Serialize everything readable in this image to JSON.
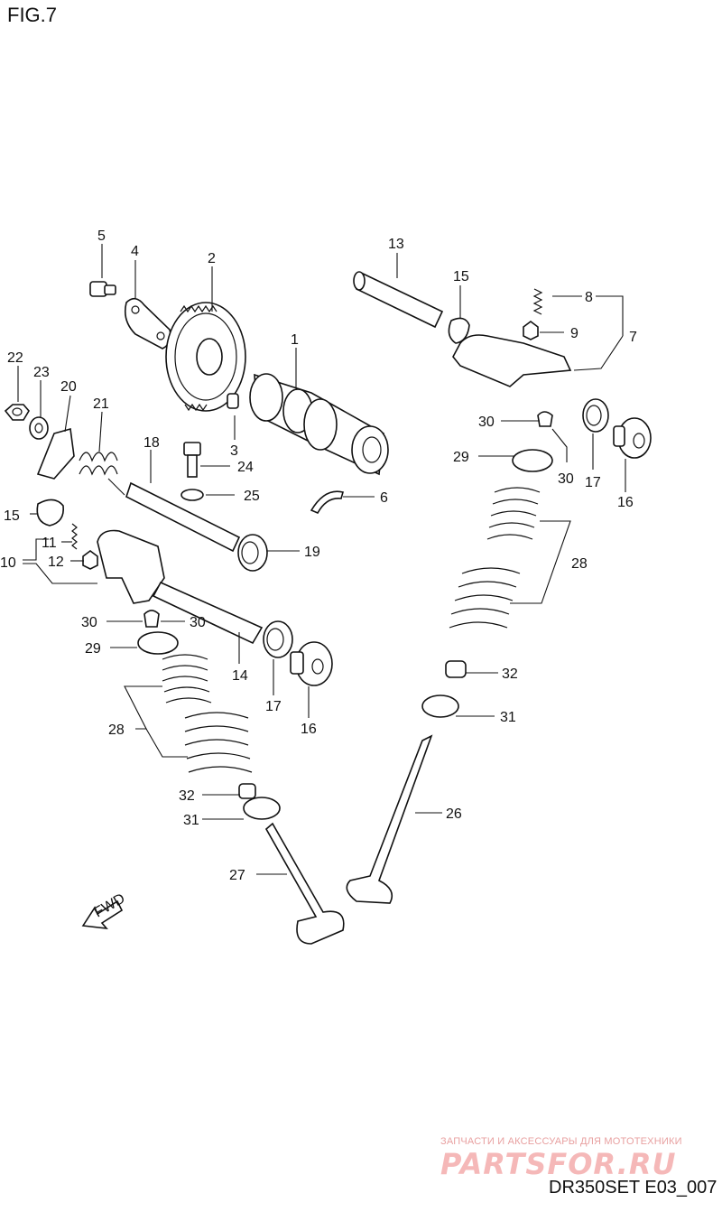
{
  "figure_title": "FIG.7",
  "diagram_code": "DR350SET E03_007",
  "watermark": {
    "tagline": "ЗАПЧАСТИ И АКСЕССУАРЫ ДЛЯ МОТОТЕХНИКИ",
    "logo_text": "PARTSFOR.RU"
  },
  "fwd_label": "FWD",
  "callouts": [
    "1",
    "2",
    "3",
    "4",
    "5",
    "6",
    "7",
    "8",
    "9",
    "10",
    "11",
    "12",
    "13",
    "14",
    "15",
    "15",
    "16",
    "16",
    "17",
    "17",
    "18",
    "19",
    "20",
    "21",
    "22",
    "23",
    "24",
    "25",
    "26",
    "27",
    "28",
    "28",
    "29",
    "29",
    "30",
    "30",
    "30",
    "30",
    "31",
    "31",
    "32",
    "32"
  ]
}
